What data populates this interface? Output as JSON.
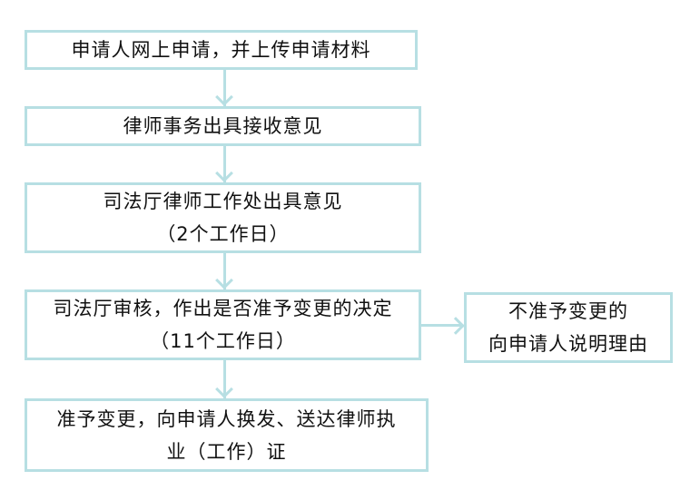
{
  "diagram": {
    "title": "",
    "colors": {
      "border": "#b7dfe3",
      "text": "#111111",
      "background": "#ffffff"
    },
    "steps": [
      {
        "id": "step1",
        "lines": [
          "申请人网上申请，并上传申请材料"
        ]
      },
      {
        "id": "step2",
        "lines": [
          "律师事务出具接收意见"
        ]
      },
      {
        "id": "step3",
        "lines": [
          "司法厅律师工作处出具意见",
          "（2个工作日）"
        ]
      },
      {
        "id": "step4",
        "lines": [
          "司法厅审核，作出是否准予变更的决定",
          "（11个工作日）"
        ]
      },
      {
        "id": "step5",
        "lines": [
          "准予变更，向申请人换发、送达律师执",
          "业（工作）证"
        ]
      }
    ],
    "side_branch": {
      "id": "reject",
      "lines": [
        "不准予变更的",
        "向申请人说明理由"
      ]
    },
    "edges": [
      {
        "from": "step1",
        "to": "step2"
      },
      {
        "from": "step2",
        "to": "step3"
      },
      {
        "from": "step3",
        "to": "step4"
      },
      {
        "from": "step4",
        "to": "step5"
      },
      {
        "from": "step4",
        "to": "reject"
      }
    ]
  }
}
